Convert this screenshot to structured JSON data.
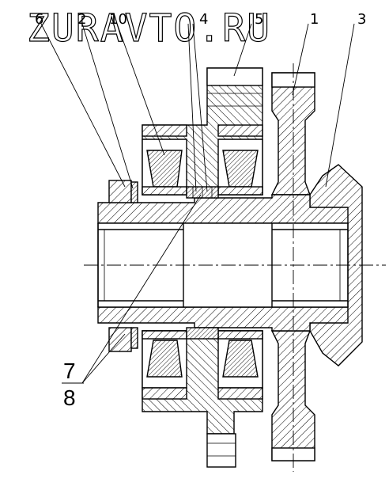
{
  "watermark": "ZURAVTO.RU",
  "callouts": {
    "c6": "6",
    "c2": "2",
    "c10": "10",
    "c4": "4",
    "c5": "5",
    "c1": "1",
    "c3": "3",
    "c7": "7",
    "c8": "8"
  },
  "colors": {
    "ink": "#000000",
    "paper": "#ffffff"
  }
}
